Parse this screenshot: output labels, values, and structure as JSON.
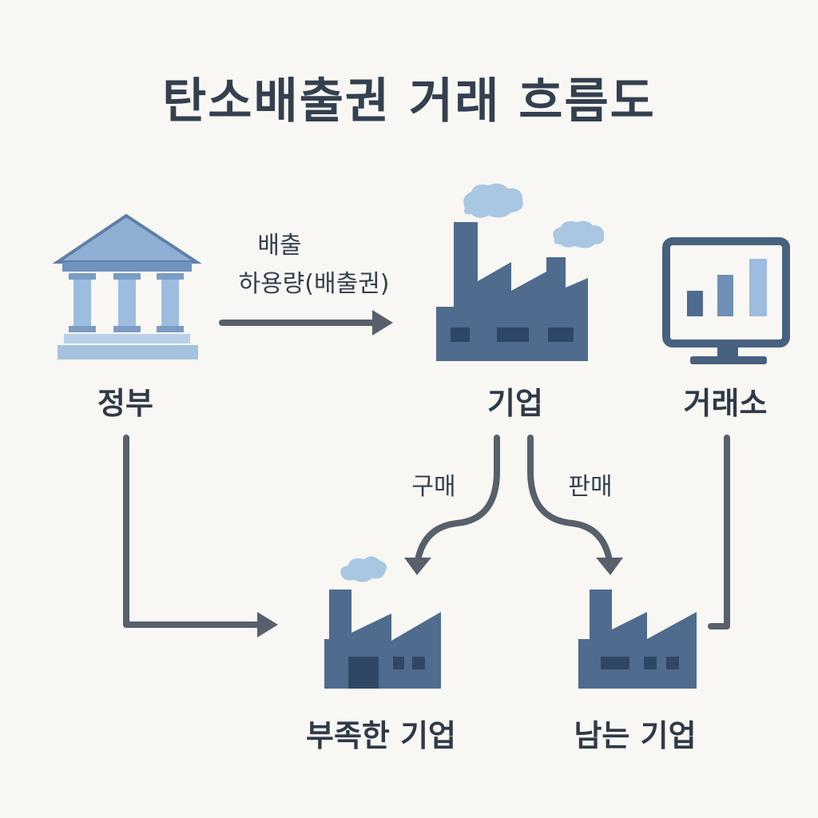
{
  "title": "탄소배출권 거래 흐름도",
  "nodes": {
    "government": "정부",
    "company": "기업",
    "exchange": "거래소",
    "deficit_company": "부족한 기업",
    "surplus_company": "남는 기업"
  },
  "edges": {
    "allowance_line1": "배출",
    "allowance_line2": "하용량(배출권)",
    "buy": "구매",
    "sell": "판매"
  },
  "colors": {
    "background": "#f8f7f3",
    "factory": "#4f6b8e",
    "factory_window": "#2f4766",
    "arrow": "#57606b",
    "light_blue": "#9ab8d6",
    "smoke": "#a9c7e2",
    "text": "#2f3a48"
  },
  "icons": [
    "building-columns-icon",
    "factory-icon",
    "monitor-chart-icon",
    "smoke-icon"
  ]
}
